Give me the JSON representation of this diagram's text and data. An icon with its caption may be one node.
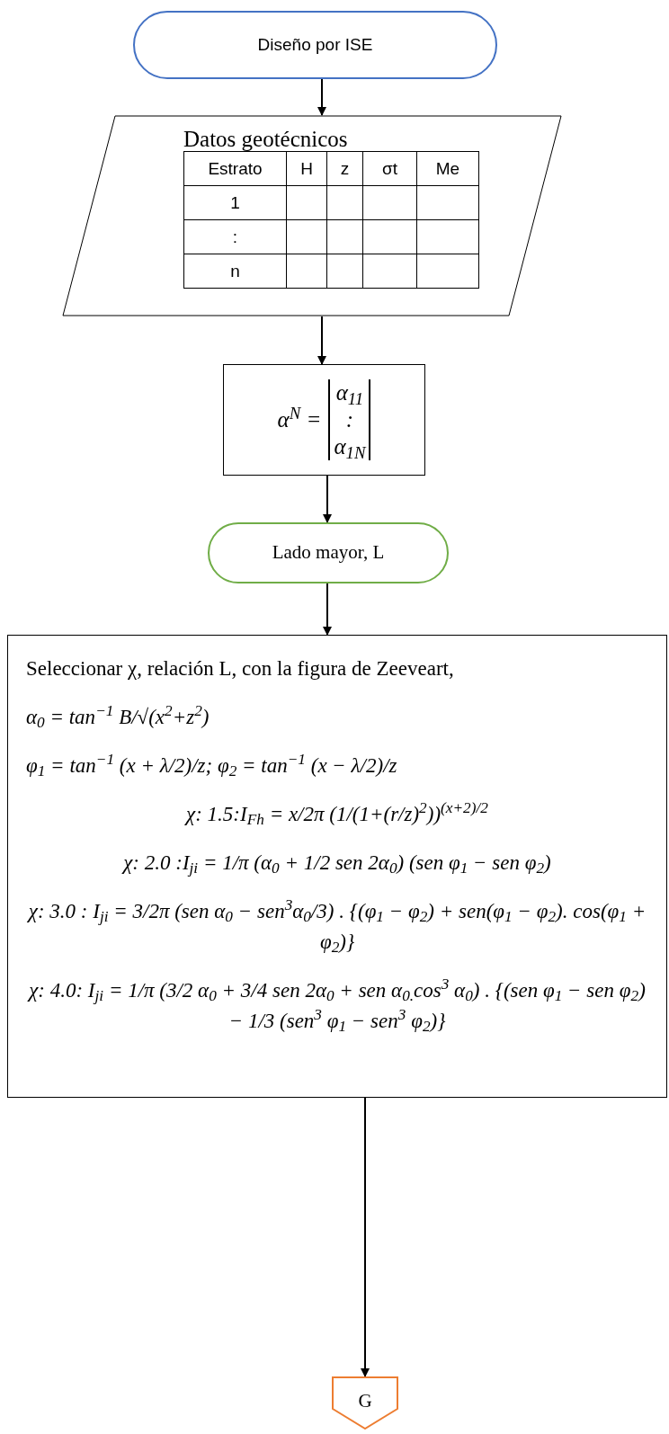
{
  "diagram": {
    "nodes": [
      {
        "text": [
          "Diseño por ISE"
        ]
      },
      {
        "text": [
          "Datos geotécnicos",
          "Estrato",
          "H",
          "z",
          "σt",
          "Me",
          "1",
          ":",
          "n"
        ]
      },
      {
        "text": [
          "α$^{N}$ =",
          "α$_{11}$",
          ":",
          "α$_{1N}$"
        ]
      },
      {
        "text": [
          "Lado mayor, L"
        ]
      },
      {
        "text": [
          "Seleccionar χ, relación L, con la figura de Zeeveart,",
          "α$_{0}$ = tan$^{−1}$ B/√(x$^{2}$+z$^{2}$)",
          "φ$_{1}$ = tan$^{−1}$ (x + λ/2)/z; φ$_{2}$ = tan$^{−1}$ (x − λ/2)/z",
          "χ: 1.5:I$_{Fh}$ = x/2π (1/(1+(r/z)$^{2}$))$^{(x+2)/2}$",
          "χ: 2.0 :I$_{ji}$ = 1/π (α$_{0}$ + 1/2 sen 2α$_{0}$) (sen φ$_{1}$ − sen φ$_{2}$)",
          "χ: 3.0 : I$_{ji}$ = 3/2π (sen α$_{0}$ − sen$^{3}$α$_{0}$/3) . {(φ$_{1}$ − φ$_{2}$) + sen(φ$_{1}$ − φ$_{2}$). cos(φ$_{1}$ + φ$_{2}$)}",
          "χ: 4.0: I$_{ji}$ = 1/π (3/2 α$_{0}$ + 3/4 sen 2α$_{0}$ + sen α$_{0.}$cos$^{3}$ α$_{0}$) . {(sen φ$_{1}$ − sen φ$_{2}$) − 1/3 (sen$^{3}$ φ$_{1}$ − sen$^{3}$ φ$_{2}$)}"
        ]
      },
      {
        "text": [
          "G"
        ]
      }
    ],
    "edges": [
      {
        "from": 0,
        "to": 1,
        "arrow": "to"
      },
      {
        "from": 1,
        "to": 2,
        "arrow": "to"
      },
      {
        "from": 2,
        "to": 3,
        "arrow": "to"
      },
      {
        "from": 3,
        "to": 4,
        "arrow": "to"
      },
      {
        "from": 4,
        "to": 5,
        "arrow": "to"
      }
    ]
  }
}
